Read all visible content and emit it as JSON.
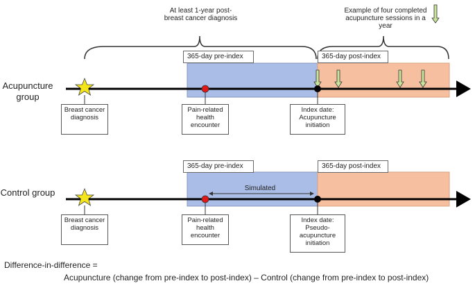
{
  "header": {
    "window_note": "At least 1-year post-breast cancer diagnosis",
    "example_note": "Example of four completed acupuncture sessions in a year"
  },
  "acupuncture": {
    "group_label": "Acupuncture group",
    "pre_index_label": "365-day pre-index",
    "post_index_label": "365-day post-index",
    "events": {
      "diagnosis": "Breast cancer diagnosis",
      "pain_encounter": "Pain-related health encounter",
      "index_date": "Index date: Acupuncture initiation"
    }
  },
  "control": {
    "group_label": "Control group",
    "pre_index_label": "365-day pre-index",
    "post_index_label": "365-day post-index",
    "simulated_label": "Simulated",
    "events": {
      "diagnosis": "Breast cancer diagnosis",
      "pain_encounter": "Pain-related health encounter",
      "index_date": "Index date: Pseudo-acupuncture initiation"
    }
  },
  "footer": {
    "did_line1": "Difference-in-difference =",
    "did_line2": "Acupuncture (change from pre-index to post-index) – Control (change from pre-index to post-index)"
  },
  "colors": {
    "pre_index_fill": "#a9bde6",
    "post_index_fill": "#f6c0a0",
    "diagnosis_star": "#f5e61c",
    "pain_marker": "#e01818",
    "session_arrow": "#c9e39a"
  }
}
